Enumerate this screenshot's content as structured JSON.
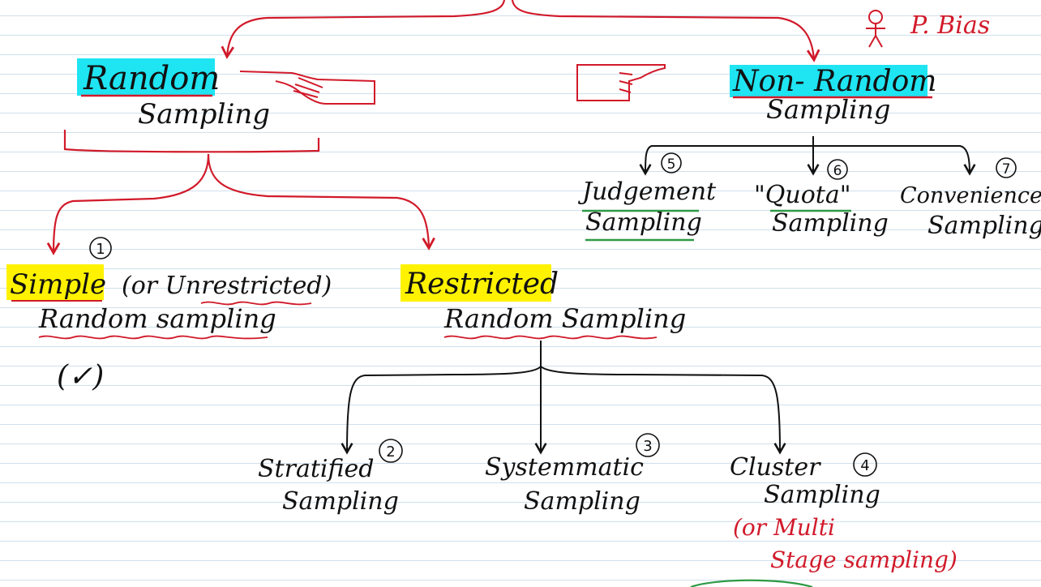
{
  "colors": {
    "ink": "#111111",
    "red": "#d11a2a",
    "green": "#2e9a45",
    "highlight_cyan": "#1fe4f2",
    "highlight_yellow": "#fff200",
    "ruled_line": "#cfe0ec"
  },
  "top_right_note": {
    "icon": "person-icon",
    "text": "P. Bias"
  },
  "random": {
    "title": "Random",
    "subtitle": "Sampling",
    "icon": "pointing-hand-left-icon"
  },
  "non_random": {
    "title": "Non- Random",
    "subtitle": "Sampling",
    "icon": "pointing-hand-right-icon",
    "children": [
      {
        "number": "5",
        "line1": "Judgement",
        "line2": "Sampling"
      },
      {
        "number": "6",
        "line1": "\"Quota\"",
        "line2": "Sampling"
      },
      {
        "number": "7",
        "line1": "Convenience",
        "line2": "Sampling"
      }
    ]
  },
  "simple": {
    "number": "1",
    "title": "Simple",
    "note": "(or Unrestricted)",
    "line2": "Random sampling",
    "mark": "(✓)"
  },
  "restricted": {
    "title": "Restricted",
    "line2": "Random Sampling",
    "children": [
      {
        "number": "2",
        "line1": "Stratified",
        "line2": "Sampling"
      },
      {
        "number": "3",
        "line1": "Systemmatic",
        "line2": "Sampling"
      },
      {
        "number": "4",
        "line1": "Cluster",
        "line2": "Sampling"
      }
    ]
  },
  "cluster_note": {
    "line1": "(or Multi",
    "line2": "Stage sampling)"
  }
}
